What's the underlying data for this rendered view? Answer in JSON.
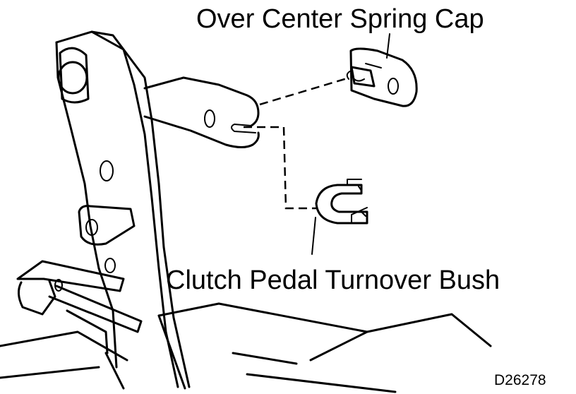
{
  "labels": {
    "spring_cap": "Over Center Spring Cap",
    "turnover_bush": "Clutch Pedal Turnover Bush",
    "figure_code": "D26278"
  }
}
